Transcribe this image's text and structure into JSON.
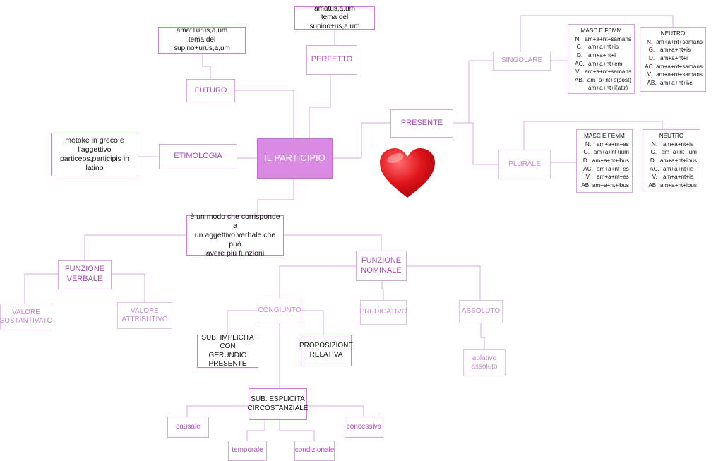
{
  "central": "IL PARTICIPIO",
  "futuro": {
    "label": "FUTURO",
    "form": "amat+urus,a,um\ntema del supino+urus,a,um"
  },
  "perfetto": {
    "label": "PERFETTO",
    "form": "amatus,a,um\ntema del supino+us,a,um"
  },
  "etimologia": {
    "label": "ETIMOLOGIA",
    "text": "metoke in greco e\nl'aggettivo\nparticeps,participis in latino"
  },
  "presente": {
    "label": "PRESENTE",
    "singolare": {
      "label": "SINGOLARE",
      "masc": {
        "title": "MASC E FEMM",
        "rows": [
          [
            "N.",
            "am+a+nt+samans"
          ],
          [
            "G.",
            "am+a+nt+is"
          ],
          [
            "D.",
            "am+a+nt+i"
          ],
          [
            "AC.",
            "am+a+nt+em"
          ],
          [
            "V.",
            "am+a+nt+samans"
          ],
          [
            "AB.",
            "am+a+nt+e(sost)"
          ],
          [
            "",
            "am+a+nt+i(attr)"
          ]
        ]
      },
      "neutro": {
        "title": "NEUTRO",
        "rows": [
          [
            "N.",
            "am+a+nt+samans"
          ],
          [
            "G.",
            "am+a+nt+is"
          ],
          [
            "D.",
            "am+a+nt+i"
          ],
          [
            "AC.",
            "am+a+nt+samans"
          ],
          [
            "V.",
            "am+a+nt+samans"
          ],
          [
            "AB.",
            "am+a+nt+i\\e"
          ]
        ]
      }
    },
    "plurale": {
      "label": "PLURALE",
      "masc": {
        "title": "MASC E FEMM",
        "rows": [
          [
            "N.",
            "am+a+nt+es"
          ],
          [
            "G.",
            "am+a+nt+ium"
          ],
          [
            "D.",
            "am+a+nt+ibus"
          ],
          [
            "AC.",
            "am+a+nt+es"
          ],
          [
            "V.",
            "am+a+nt+es"
          ],
          [
            "AB.",
            "am+a+nt+ibus"
          ]
        ]
      },
      "neutro": {
        "title": "NEUTRO",
        "rows": [
          [
            "N.",
            "am+a+nt+ia"
          ],
          [
            "G.",
            "am+a+nt+ium"
          ],
          [
            "D.",
            "am+a+nt+ibus"
          ],
          [
            "AC.",
            "am+a+nt+ia"
          ],
          [
            "V.",
            "am+a+nt+ia"
          ],
          [
            "AB.",
            "am+a+nt+ibus"
          ]
        ]
      }
    }
  },
  "definition": "è un modo che corrisponde a\nun aggettivo verbale che può\navere più funzioni",
  "funzione_verbale": {
    "label": "FUNZIONE\nVERBALE",
    "valore_sostantivato": "VALORE\nSOSTANTIVATO",
    "valore_attributivo": "VALORE\nATTRIBUTIVO"
  },
  "funzione_nominale": {
    "label": "FUNZIONE\nNOMINALE",
    "congiunto": "CONGIUNTO",
    "predicativo": "PREDICATIVO",
    "assoluto": "ASSOLUTO",
    "ablativo_assoluto": "ablativo\nassoluto",
    "sub_implicita": "SUB. IMPLICITA\nCON GERUNDIO\nPRESENTE",
    "proposizione_relativa": "PROPOSIZIONE\nRELATIVA",
    "sub_esplicita": "SUB. ESPLICITA\nCIRCOSTANZIALE",
    "causale": "causale",
    "temporale": "temporale",
    "condizionale": "condizionale",
    "concessiva": "concessiva"
  },
  "colors": {
    "line": "#d9a5e0",
    "central_fill": "#d98be3",
    "label": "#b54fc6"
  },
  "icons": {
    "heart": "heart-icon"
  }
}
